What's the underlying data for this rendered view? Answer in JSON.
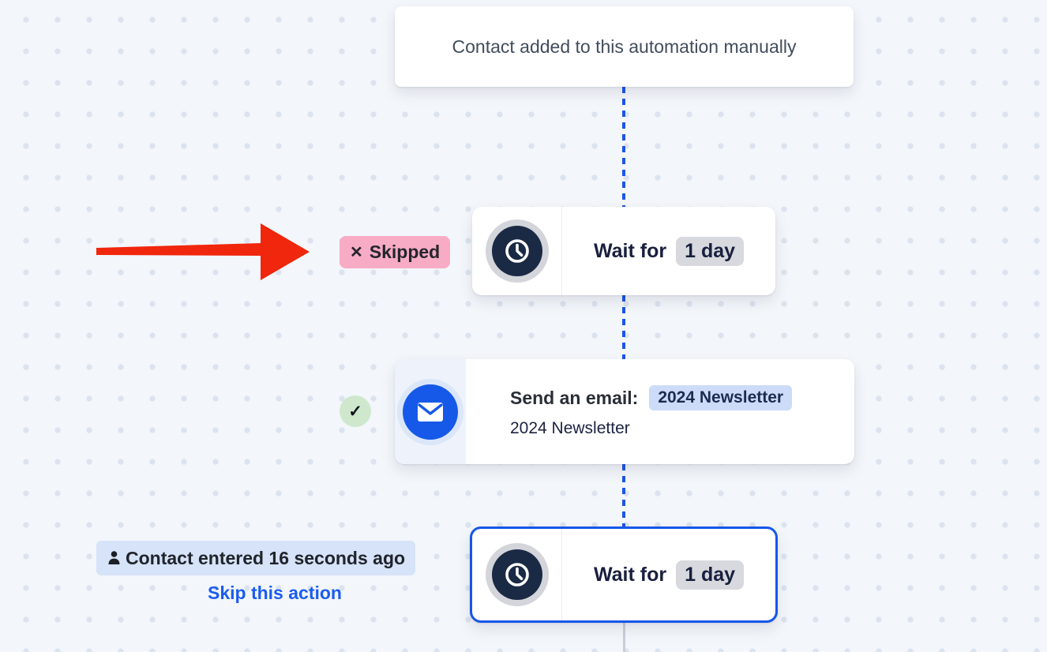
{
  "colors": {
    "canvas_background": "#f3f6fa",
    "dot_grid": "#dbe3ef",
    "connector_blue": "#1d54ea",
    "selected_border_blue": "#1656e8",
    "arrow_red": "#f0260d",
    "skipped_pink": "#f8abc4",
    "entered_badge_blue": "#d6e3f9",
    "check_green": "#cfe8cd",
    "chip_gray": "#d8d9de",
    "chip_blue": "#ccdcf8",
    "wait_icon_navy": "#1a2944",
    "email_icon_blue": "#1659e8",
    "link_blue": "#1b5cf0",
    "text_navy": "#191f3e"
  },
  "trigger": {
    "label": "Contact added to this automation manually"
  },
  "skipped_badge": {
    "icon": "✕",
    "label": "Skipped"
  },
  "wait_node_1": {
    "title": "Wait for",
    "duration": "1 day"
  },
  "email_node": {
    "status_icon": "✓",
    "title": "Send an email:",
    "campaign_chip": "2024 Newsletter",
    "subtitle": "2024 Newsletter"
  },
  "contact_status": {
    "entered_label": "Contact entered 16 seconds ago",
    "skip_link": "Skip this action"
  },
  "wait_node_2": {
    "title": "Wait for",
    "duration": "1 day"
  }
}
